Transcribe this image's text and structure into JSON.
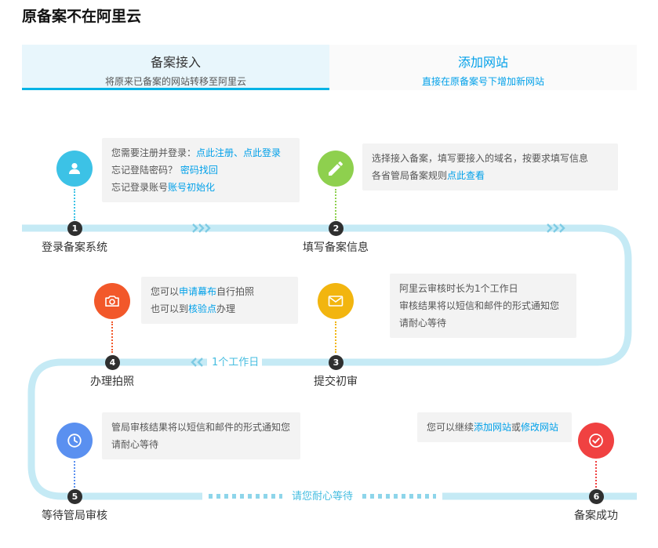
{
  "page": {
    "title": "原备案不在阿里云"
  },
  "tabs": [
    {
      "label": "备案接入",
      "sublabel": "将原来已备案的网站转移至阿里云",
      "active": true
    },
    {
      "label": "添加网站",
      "sublabel": "直接在原备案号下增加新网站",
      "active": false
    }
  ],
  "colors": {
    "link": "#00a0e9",
    "path": "#c5eaf5",
    "chevron": "#7ecbe4",
    "badge": "#2f2f2f",
    "tab_accent": "#00b3e6"
  },
  "flow": {
    "labels": {
      "working_day": "1个工作日",
      "wait": "请您耐心等待"
    },
    "steps": [
      {
        "number": "1",
        "name": "登录备案系统",
        "icon": "user-icon",
        "color": "#3cc2e6",
        "tip": [
          [
            {
              "t": "您需要注册并登录："
            },
            {
              "t": "点此注册"
            },
            {
              "t": "、"
            },
            {
              "t": "点此登录"
            }
          ],
          [
            {
              "t": "忘记登陆密码？ "
            },
            {
              "t": "密码找回"
            }
          ],
          [
            {
              "t": "忘记登录账号"
            },
            {
              "t": "账号初始化"
            }
          ]
        ]
      },
      {
        "number": "2",
        "name": "填写备案信息",
        "icon": "pencil-icon",
        "color": "#8ed04e",
        "tip": [
          [
            {
              "t": "选择接入备案，填写要接入的域名，按要求填写信息"
            }
          ],
          [
            {
              "t": "各省管局备案规则"
            },
            {
              "t": "点此查看"
            }
          ]
        ]
      },
      {
        "number": "3",
        "name": "提交初审",
        "icon": "envelope-icon",
        "color": "#f2b50f",
        "tip": [
          [
            {
              "t": "阿里云审核时长为1个工作日"
            }
          ],
          [
            {
              "t": "审核结果将以短信和邮件的形式通知您"
            }
          ],
          [
            {
              "t": "请耐心等待"
            }
          ]
        ]
      },
      {
        "number": "4",
        "name": "办理拍照",
        "icon": "camera-icon",
        "color": "#f2582a",
        "tip": [
          [
            {
              "t": "您可以"
            },
            {
              "t": "申请幕布"
            },
            {
              "t": "自行拍照"
            }
          ],
          [
            {
              "t": "也可以到"
            },
            {
              "t": "核验点"
            },
            {
              "t": "办理"
            }
          ]
        ]
      },
      {
        "number": "5",
        "name": "等待管局审核",
        "icon": "clock-icon",
        "color": "#5a90f0",
        "tip": [
          [
            {
              "t": "管局审核结果将以短信和邮件的形式通知您"
            }
          ],
          [
            {
              "t": "请耐心等待"
            }
          ]
        ]
      },
      {
        "number": "6",
        "name": "备案成功",
        "icon": "check-icon",
        "color": "#f04141",
        "tip": [
          [
            {
              "t": "您可以继续"
            },
            {
              "t": "添加网站"
            },
            {
              "t": "或"
            },
            {
              "t": "修改网站"
            }
          ]
        ]
      }
    ]
  }
}
